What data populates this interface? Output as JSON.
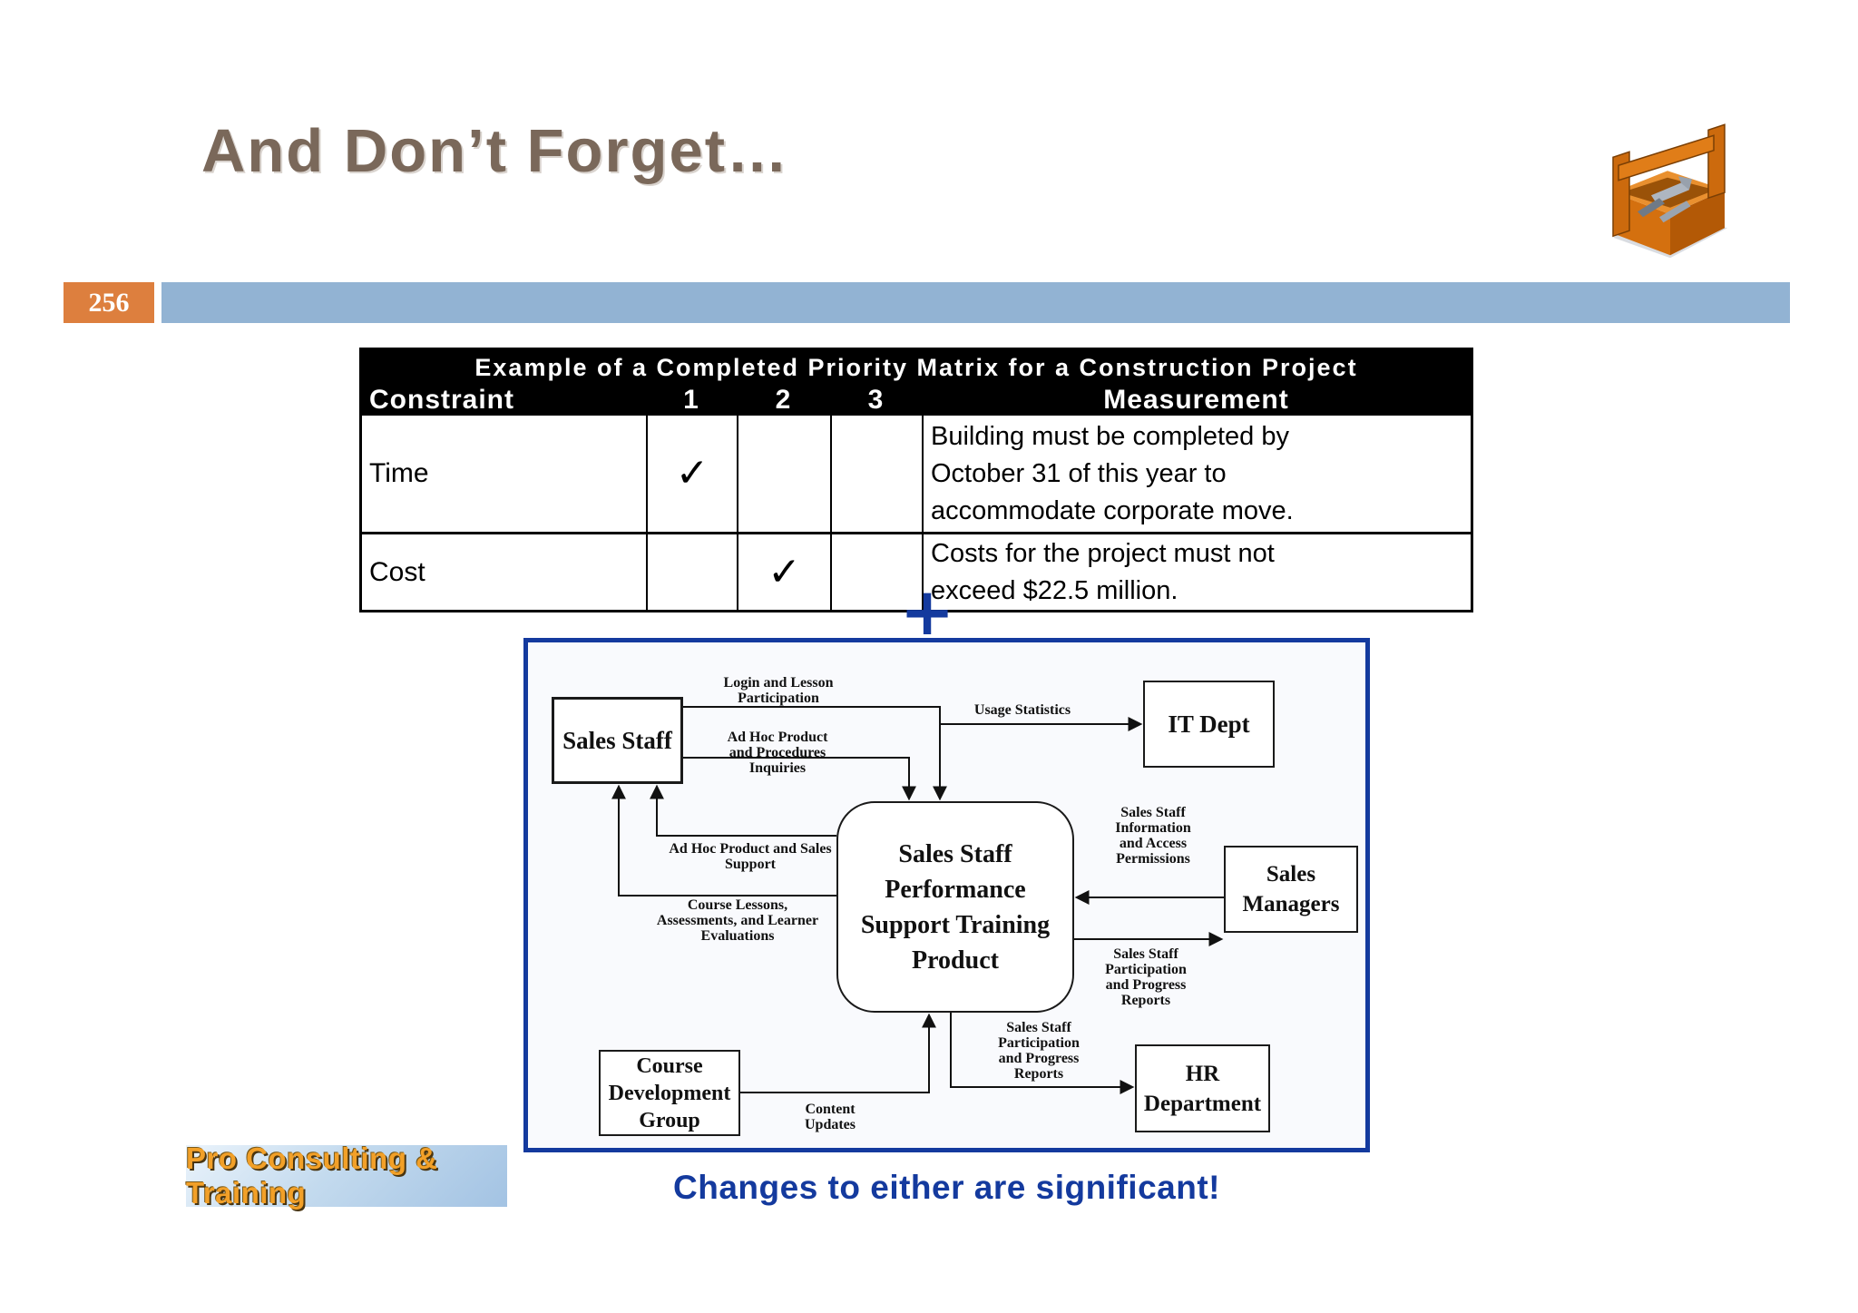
{
  "slide": {
    "title": "And Don’t Forget…",
    "page_number": "256",
    "caption": "Changes to either are significant!",
    "logo_text": "Pro Consulting & Training",
    "plus_sign": "+"
  },
  "colors": {
    "title_brown": "#7a685a",
    "badge_orange": "#dd7f3e",
    "bar_blue": "#92b3d3",
    "accent_blue": "#143a9e",
    "logo_orange": "#f2a028"
  },
  "priority_table": {
    "title": "Example of a Completed Priority Matrix for a Construction Project",
    "headers": {
      "constraint": "Constraint",
      "p1": "1",
      "p2": "2",
      "p3": "3",
      "measurement": "Measurement"
    },
    "rows": [
      {
        "constraint": "Time",
        "p1": "✓",
        "p2": "",
        "p3": "",
        "measurement": "Building must be completed by\nOctober 31 of this year to\naccommodate corporate move."
      },
      {
        "constraint": "Cost",
        "p1": "",
        "p2": "✓",
        "p3": "",
        "measurement": "Costs for the project must not\nexceed $22.5 million."
      }
    ]
  },
  "diagram": {
    "nodes": {
      "sales_staff": "Sales Staff",
      "it_dept": "IT Dept",
      "center": "Sales Staff\nPerformance\nSupport Training\nProduct",
      "sales_managers": "Sales\nManagers",
      "course_dev": "Course\nDevelopment\nGroup",
      "hr_dept": "HR\nDepartment"
    },
    "flow_labels": {
      "login": "Login and Lesson\nParticipation",
      "inquiries": "Ad Hoc Product\nand Procedures\nInquiries",
      "usage": "Usage Statistics",
      "support": "Ad Hoc Product and Sales\nSupport",
      "lessons": "Course Lessons,\nAssessments, and Learner\nEvaluations",
      "info_access": "Sales Staff\nInformation\nand Access\nPermissions",
      "participation_right": "Sales Staff\nParticipation\nand Progress\nReports",
      "participation_bottom": "Sales Staff\nParticipation\nand Progress\nReports",
      "content_updates": "Content\nUpdates"
    }
  },
  "icons": {
    "toolbox": "wooden toolbox with hammer and wrench"
  }
}
